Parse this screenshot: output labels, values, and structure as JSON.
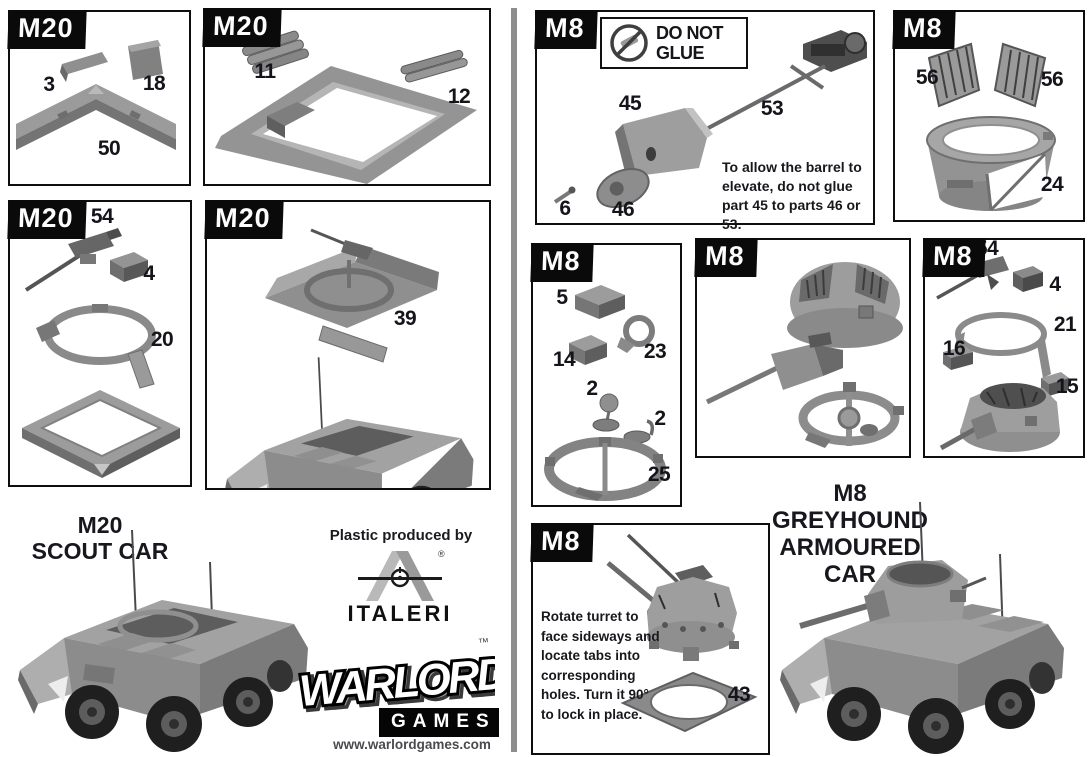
{
  "page": {
    "background": "#ffffff",
    "divider_color": "#8d8d8d",
    "panel_border": "#0e0e0e",
    "ink": "#16161a",
    "plastic_gray": "#949494"
  },
  "left_panels": {
    "p1": {
      "label": "M20",
      "n3": "3",
      "n18": "18",
      "n50": "50"
    },
    "p2": {
      "label": "M20",
      "n11": "11",
      "n12": "12"
    },
    "p3": {
      "label": "M20",
      "n54": "54",
      "n4": "4",
      "n20": "20"
    },
    "p4": {
      "label": "M20",
      "n39": "39"
    }
  },
  "right_panels": {
    "r1": {
      "label": "M8",
      "warn_line1": "DO NOT",
      "warn_line2": "GLUE",
      "n45": "45",
      "n53": "53",
      "n6": "6",
      "n46": "46",
      "note": "To allow the barrel to elevate, do not glue part 45 to parts 46 or 53."
    },
    "r2": {
      "label": "M8",
      "n56a": "56",
      "n56b": "56",
      "n24": "24"
    },
    "r3": {
      "label": "M8",
      "n5": "5",
      "n14": "14",
      "n23": "23",
      "n2a": "2",
      "n2b": "2",
      "n25": "25"
    },
    "r4": {
      "label": "M8"
    },
    "r5": {
      "label": "M8",
      "n54": "54",
      "n4": "4",
      "n21": "21",
      "n16": "16",
      "n15": "15"
    },
    "r6": {
      "label": "M8",
      "note": "Rotate turret to face sideways and locate tabs into corresponding holes. Turn it 90° to lock in place.",
      "n43": "43"
    }
  },
  "titles": {
    "m20_line1": "M20",
    "m20_line2": "SCOUT CAR",
    "m8_line1": "M8 GREYHOUND",
    "m8_line2": "ARMOURED CAR"
  },
  "credits": {
    "plastic": "Plastic produced by",
    "italeri": "ITALERI",
    "registered": "®",
    "warlord": "WARLORD",
    "trademark": "™",
    "games": "GAMES",
    "website": "www.warlordgames.com"
  },
  "icons": {
    "no_glue_icon": "circle-slash-over-glue-tube"
  }
}
